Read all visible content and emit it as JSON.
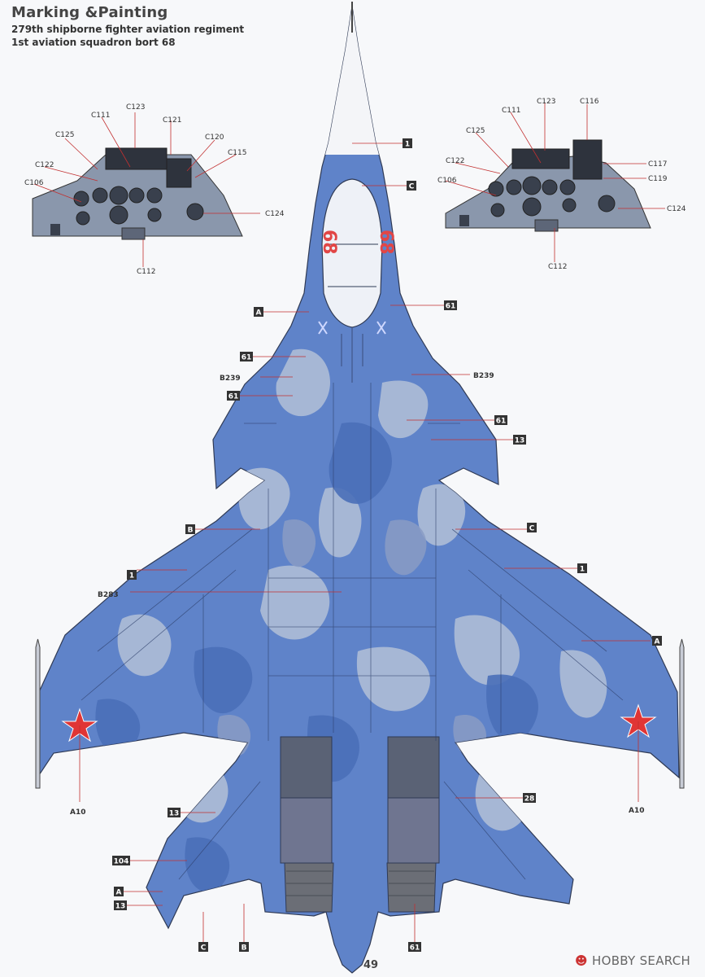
{
  "header": {
    "title": "Marking &Painting",
    "line1": "279th shipborne fighter aviation regiment",
    "line2": "1st aviation squadron bort 68"
  },
  "bort_number": "68",
  "cockpit_left_labels": [
    "C123",
    "C111",
    "C121",
    "C125",
    "C120",
    "C115",
    "C122",
    "C106",
    "C124",
    "C112"
  ],
  "cockpit_right_labels": [
    "C123",
    "C116",
    "C111",
    "C125",
    "C117",
    "C122",
    "C119",
    "C106",
    "C124",
    "C112"
  ],
  "callouts": {
    "nose": "1",
    "canopy": "C",
    "left_intake": "A",
    "right_spine": "61",
    "left_stripe": "61",
    "left_ref": "B239",
    "right_ref": "B239",
    "left_canard": "61",
    "right_canard": "61",
    "canard_edge": "13",
    "left_wing_root": "B",
    "right_wing_root": "C",
    "left_wing_edge": "1",
    "right_wing_edge": "1",
    "center_ref": "B283",
    "right_wing": "A",
    "left_star": "A10",
    "right_star": "A10",
    "left_stab_edge": "13",
    "right_stab": "28",
    "left_stab_ref": "104",
    "left_stab_a": "A",
    "left_stab_13": "13",
    "bottom_c": "C",
    "bottom_b": "B",
    "bottom_61": "61"
  },
  "footer": {
    "page": "49",
    "logo_mark": "☻",
    "logo_text": "HOBBY SEARCH"
  },
  "colors": {
    "camo_blue": "#5f83c9",
    "camo_dark": "#4a6fb8",
    "camo_light": "#aab9d6",
    "camo_grey": "#8a9cc4",
    "nozzle": "#6b6e76",
    "star": "#e03535",
    "panel": "#5a6070",
    "label_box": "#333333"
  }
}
